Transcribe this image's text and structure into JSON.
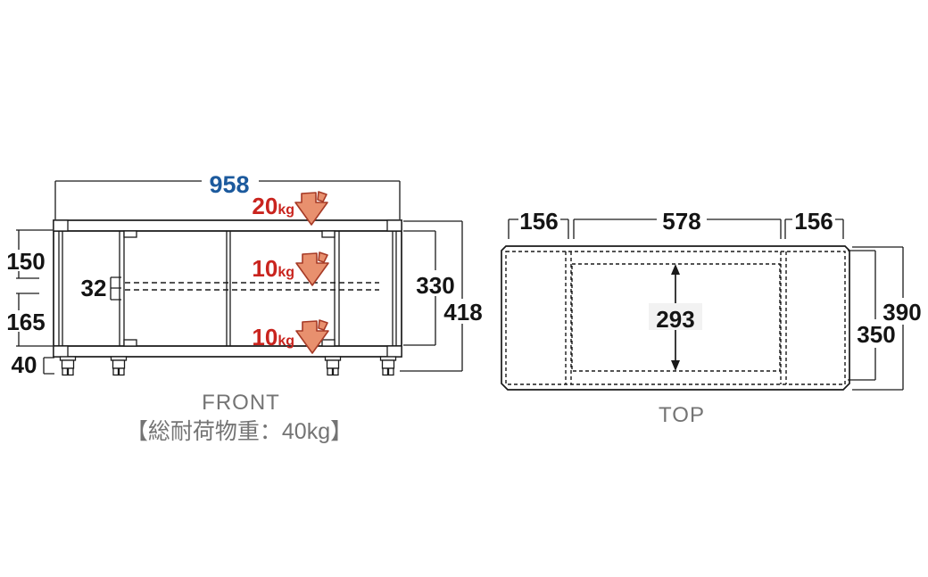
{
  "colors": {
    "line": "#1a1a1a",
    "dim_text": "#141414",
    "dim_blue": "#1c5a9d",
    "weight_red": "#c9241e",
    "arrow_fill": "#e8906e",
    "arrow_stroke": "#a63a26",
    "label_gray": "#747474",
    "label_bg": "#f2f2f2"
  },
  "front_view": {
    "label": "FRONT",
    "caption": "【総耐荷物重：40kg】",
    "dims": {
      "width": "958",
      "upper_height": "150",
      "lower_height": "165",
      "shelf_thickness": "32",
      "caster_height": "40",
      "inner_height": "330",
      "total_height": "418"
    },
    "loads": {
      "top": {
        "value": "20",
        "unit": "kg"
      },
      "middle": {
        "value": "10",
        "unit": "kg"
      },
      "bottom": {
        "value": "10",
        "unit": "kg"
      }
    }
  },
  "top_view": {
    "label": "TOP",
    "dims": {
      "left_section": "156",
      "center_section": "578",
      "right_section": "156",
      "inner_depth": "293",
      "outer_depth": "390",
      "mid_depth": "350"
    }
  }
}
